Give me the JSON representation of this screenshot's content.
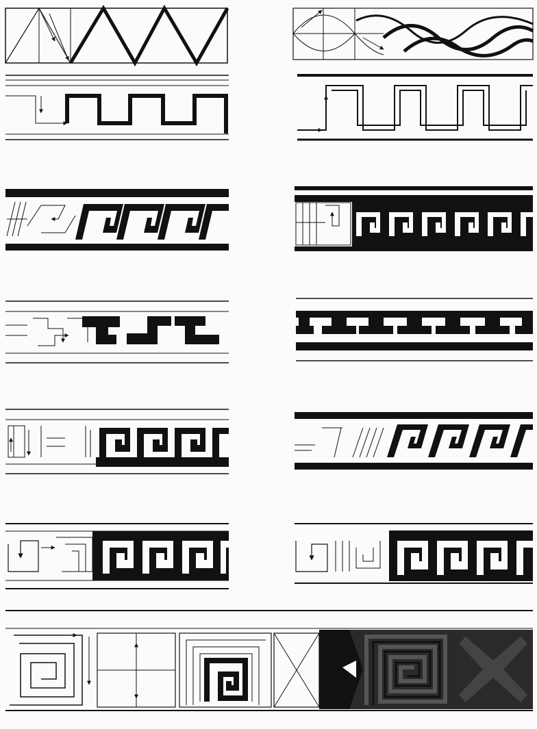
{
  "plate": {
    "background": "#fbfbfb",
    "ink": "#111111",
    "fill_dark": "#2a2a2a",
    "panels": [
      {
        "id": "zigzag",
        "label": ""
      },
      {
        "id": "wave",
        "label": ""
      },
      {
        "id": "square-wave-thin",
        "label": ""
      },
      {
        "id": "square-wave-double",
        "label": ""
      },
      {
        "id": "slanted-meander",
        "label": ""
      },
      {
        "id": "key-meander-dark-band",
        "label": ""
      },
      {
        "id": "step-meander",
        "label": ""
      },
      {
        "id": "t-meander",
        "label": ""
      },
      {
        "id": "key-meander-right",
        "label": ""
      },
      {
        "id": "slanted-key-meander",
        "label": ""
      },
      {
        "id": "spiral-meander",
        "label": ""
      },
      {
        "id": "spiral-meander-dark",
        "label": ""
      },
      {
        "id": "square-spiral-construction",
        "label": ""
      }
    ]
  }
}
